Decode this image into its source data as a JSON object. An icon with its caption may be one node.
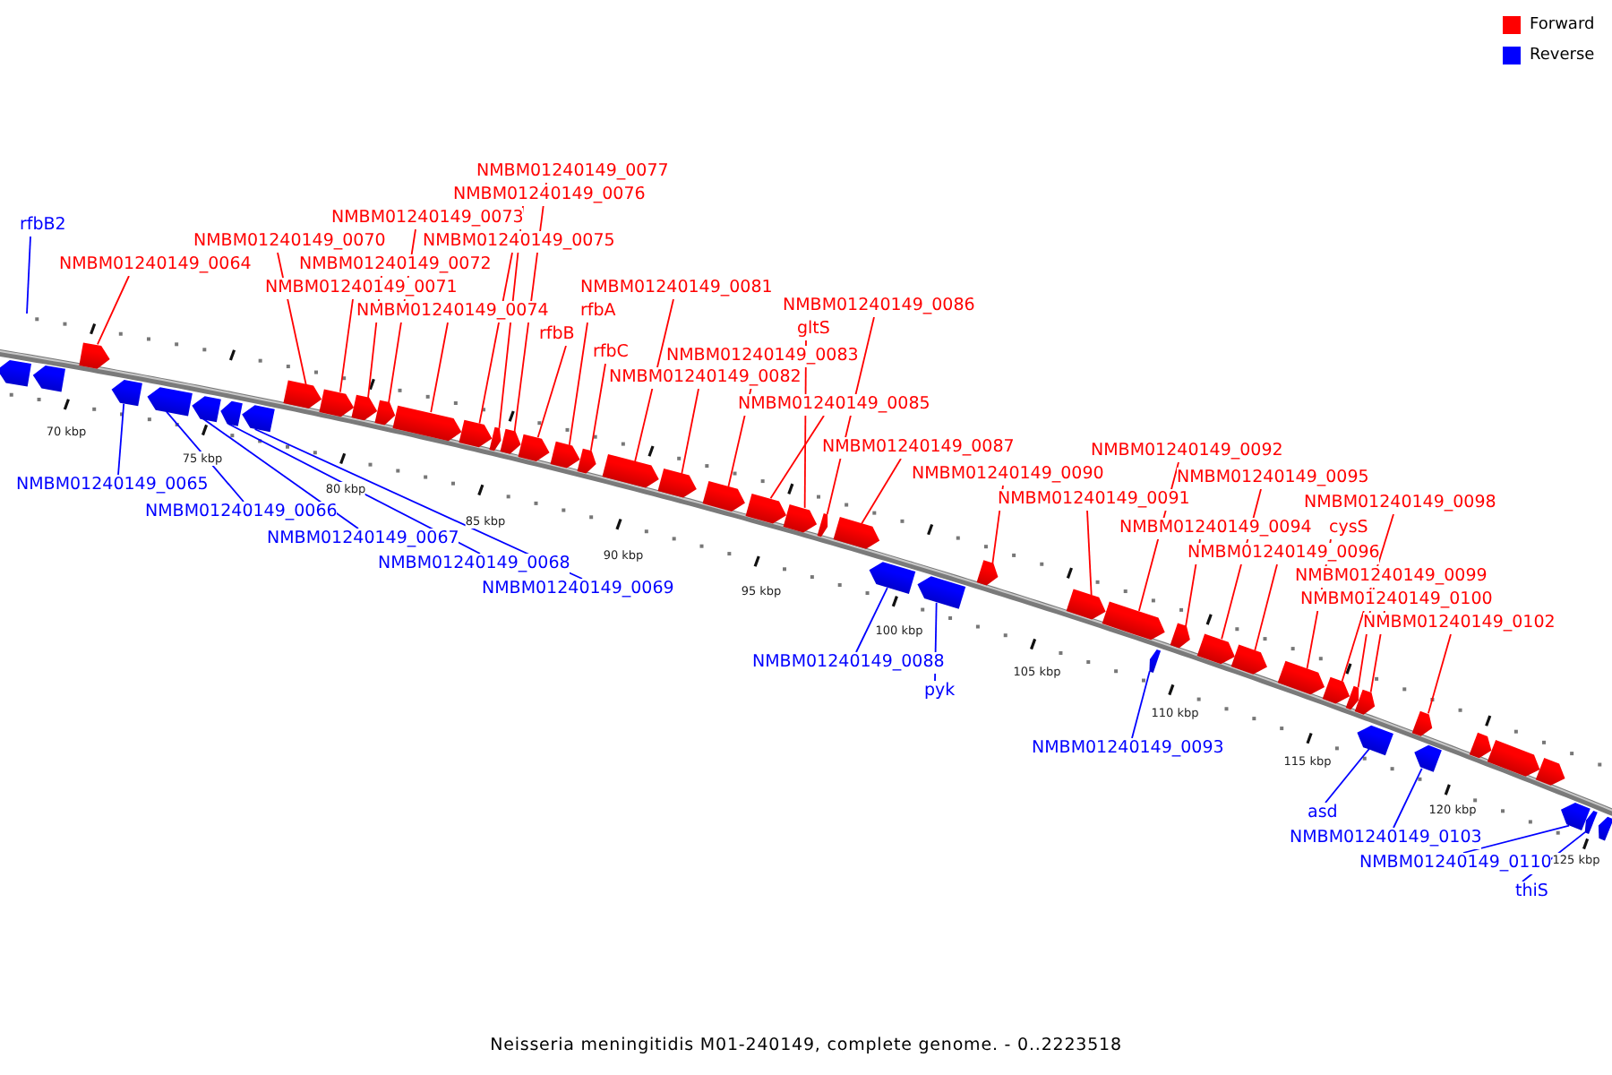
{
  "diagram": {
    "caption": "Neisseria meningitidis M01-240149, complete genome. - 0..2223518",
    "nodes": [
      {
        "text": [
          "rfbB2"
        ]
      },
      {
        "text": [
          "NMBM01240149_0064"
        ]
      },
      {
        "text": [
          "NMBM01240149_0077"
        ]
      },
      {
        "text": [
          "NMBM01240149_0076"
        ]
      },
      {
        "text": [
          "NMBM01240149_0073"
        ]
      },
      {
        "text": [
          "NMBM01240149_0070"
        ]
      },
      {
        "text": [
          "NMBM01240149_0075"
        ]
      },
      {
        "text": [
          "NMBM01240149_0072"
        ]
      },
      {
        "text": [
          "NMBM01240149_0071"
        ]
      },
      {
        "text": [
          "NMBM01240149_0074"
        ]
      },
      {
        "text": [
          "rfbB"
        ]
      },
      {
        "text": [
          "rfbA"
        ]
      },
      {
        "text": [
          "rfbC"
        ]
      },
      {
        "text": [
          "NMBM01240149_0081"
        ]
      },
      {
        "text": [
          "NMBM01240149_0086"
        ]
      },
      {
        "text": [
          "gltS"
        ]
      },
      {
        "text": [
          "NMBM01240149_0083"
        ]
      },
      {
        "text": [
          "NMBM01240149_0082"
        ]
      },
      {
        "text": [
          "NMBM01240149_0085"
        ]
      },
      {
        "text": [
          "NMBM01240149_0087"
        ]
      },
      {
        "text": [
          "NMBM01240149_0090"
        ]
      },
      {
        "text": [
          "NMBM01240149_0091"
        ]
      },
      {
        "text": [
          "NMBM01240149_0092"
        ]
      },
      {
        "text": [
          "NMBM01240149_0095"
        ]
      },
      {
        "text": [
          "NMBM01240149_0094"
        ]
      },
      {
        "text": [
          "NMBM01240149_0098"
        ]
      },
      {
        "text": [
          "cysS"
        ]
      },
      {
        "text": [
          "NMBM01240149_0096"
        ]
      },
      {
        "text": [
          "NMBM01240149_0099"
        ]
      },
      {
        "text": [
          "NMBM01240149_0100"
        ]
      },
      {
        "text": [
          "NMBM01240149_0102"
        ]
      },
      {
        "text": [
          "NMBM01240149_0065"
        ]
      },
      {
        "text": [
          "NMBM01240149_0066"
        ]
      },
      {
        "text": [
          "NMBM01240149_0067"
        ]
      },
      {
        "text": [
          "NMBM01240149_0068"
        ]
      },
      {
        "text": [
          "NMBM01240149_0069"
        ]
      },
      {
        "text": [
          "NMBM01240149_0088"
        ]
      },
      {
        "text": [
          "pyk"
        ]
      },
      {
        "text": [
          "NMBM01240149_0093"
        ]
      },
      {
        "text": [
          "asd"
        ]
      },
      {
        "text": [
          "NMBM01240149_0103"
        ]
      },
      {
        "text": [
          "NMBM01240149_0110"
        ]
      },
      {
        "text": [
          "thiS"
        ]
      },
      {
        "text": [],
        "shape": "arrow"
      },
      {
        "text": [],
        "shape": "arrow"
      },
      {
        "text": [],
        "shape": "arrow"
      },
      {
        "text": [],
        "shape": "arrow"
      },
      {
        "text": [],
        "shape": "arrow"
      },
      {
        "text": [],
        "shape": "arrow"
      },
      {
        "text": [],
        "shape": "arrow"
      },
      {
        "text": [],
        "shape": "arrow"
      },
      {
        "text": [],
        "shape": "arrow"
      },
      {
        "text": [],
        "shape": "arrow"
      },
      {
        "text": [],
        "shape": "arrow"
      },
      {
        "text": [],
        "shape": "arrow"
      },
      {
        "text": [],
        "shape": "arrow"
      },
      {
        "text": [],
        "shape": "arrow"
      },
      {
        "text": [],
        "shape": "arrow"
      },
      {
        "text": [],
        "shape": "arrow"
      },
      {
        "text": [],
        "shape": "arrow"
      },
      {
        "text": [],
        "shape": "arrow"
      },
      {
        "text": [],
        "shape": "arrow"
      },
      {
        "text": [],
        "shape": "arrow"
      },
      {
        "text": [],
        "shape": "arrow"
      },
      {
        "text": [],
        "shape": "arrow"
      },
      {
        "text": [],
        "shape": "arrow"
      },
      {
        "text": [],
        "shape": "arrow"
      },
      {
        "text": [],
        "shape": "arrow"
      },
      {
        "text": [],
        "shape": "arrow"
      },
      {
        "text": [],
        "shape": "arrow"
      },
      {
        "text": [],
        "shape": "arrow"
      },
      {
        "text": [],
        "shape": "arrow"
      },
      {
        "text": [],
        "shape": "arrow"
      },
      {
        "text": [],
        "shape": "arrow"
      },
      {
        "text": [],
        "shape": "arrow"
      },
      {
        "text": [],
        "shape": "arrow"
      },
      {
        "text": [],
        "shape": "arrow"
      },
      {
        "text": [],
        "shape": "arrow"
      },
      {
        "text": [],
        "shape": "arrow"
      },
      {
        "text": [],
        "shape": "arrow"
      },
      {
        "text": [],
        "shape": "arrow"
      },
      {
        "text": [],
        "shape": "arrow"
      },
      {
        "text": [],
        "shape": "arrow"
      },
      {
        "text": [],
        "shape": "arrow"
      },
      {
        "text": [],
        "shape": "arrow"
      },
      {
        "text": [],
        "shape": "arrow"
      },
      {
        "text": [],
        "shape": "arrow"
      },
      {
        "text": [],
        "shape": "arrow"
      },
      {
        "text": [],
        "shape": "arrow"
      },
      {
        "text": [],
        "shape": "arrow"
      },
      {
        "text": [],
        "shape": "arrow"
      }
    ],
    "edges": [
      {
        "from": 0,
        "to": null,
        "arrow": "none",
        "color": "#0000ff"
      },
      {
        "from": 1,
        "to": 45,
        "arrow": "none"
      },
      {
        "from": 2,
        "to": 58,
        "arrow": "none"
      },
      {
        "from": 3,
        "to": 57,
        "arrow": "none"
      },
      {
        "from": 4,
        "to": 54,
        "arrow": "none"
      },
      {
        "from": 5,
        "to": 51,
        "arrow": "none"
      },
      {
        "from": 6,
        "to": 56,
        "arrow": "none"
      },
      {
        "from": 7,
        "to": 53,
        "arrow": "none"
      },
      {
        "from": 8,
        "to": 52,
        "arrow": "none"
      },
      {
        "from": 9,
        "to": 55,
        "arrow": "none"
      },
      {
        "from": 10,
        "to": 59,
        "arrow": "none"
      },
      {
        "from": 11,
        "to": 60,
        "arrow": "none"
      },
      {
        "from": 12,
        "to": 61,
        "arrow": "none"
      },
      {
        "from": 13,
        "to": 62,
        "arrow": "none"
      },
      {
        "from": 14,
        "to": 67,
        "arrow": "none"
      },
      {
        "from": 15,
        "to": 66,
        "arrow": "none"
      },
      {
        "from": 16,
        "to": 64,
        "arrow": "none"
      },
      {
        "from": 17,
        "to": 63,
        "arrow": "none"
      },
      {
        "from": 18,
        "to": 65,
        "arrow": "none"
      },
      {
        "from": 19,
        "to": 68,
        "arrow": "none"
      },
      {
        "from": 20,
        "to": 71,
        "arrow": "none"
      },
      {
        "from": 21,
        "to": 72,
        "arrow": "none"
      },
      {
        "from": 22,
        "to": 73,
        "arrow": "none"
      },
      {
        "from": 23,
        "to": 76,
        "arrow": "none"
      },
      {
        "from": 24,
        "to": 75,
        "arrow": "none"
      },
      {
        "from": 25,
        "to": 79,
        "arrow": "none"
      },
      {
        "from": 26,
        "to": 78,
        "arrow": "none"
      },
      {
        "from": 27,
        "to": 77,
        "arrow": "none"
      },
      {
        "from": 28,
        "to": 80,
        "arrow": "none"
      },
      {
        "from": 29,
        "to": 81,
        "arrow": "none"
      },
      {
        "from": 30,
        "to": 83,
        "arrow": "none"
      },
      {
        "from": 31,
        "to": 46,
        "arrow": "none",
        "color": "#0000ff"
      },
      {
        "from": 32,
        "to": 47,
        "arrow": "none",
        "color": "#0000ff"
      },
      {
        "from": 33,
        "to": 48,
        "arrow": "none",
        "color": "#0000ff"
      },
      {
        "from": 34,
        "to": 49,
        "arrow": "none",
        "color": "#0000ff"
      },
      {
        "from": 35,
        "to": 50,
        "arrow": "none",
        "color": "#0000ff"
      },
      {
        "from": 36,
        "to": 69,
        "arrow": "none",
        "color": "#0000ff"
      },
      {
        "from": 37,
        "to": 70,
        "arrow": "none",
        "color": "#0000ff"
      },
      {
        "from": 38,
        "to": 74,
        "arrow": "none",
        "color": "#0000ff"
      },
      {
        "from": 39,
        "to": 82,
        "arrow": "none",
        "color": "#0000ff"
      },
      {
        "from": 40,
        "to": 84,
        "arrow": "none",
        "color": "#0000ff"
      },
      {
        "from": 41,
        "to": 88,
        "arrow": "none",
        "color": "#0000ff"
      },
      {
        "from": 42,
        "to": 89,
        "arrow": "none",
        "color": "#0000ff"
      }
    ],
    "labels": [
      "70 kbp",
      "75 kbp",
      "80 kbp",
      "85 kbp",
      "90 kbp",
      "95 kbp",
      "100 kbp",
      "105 kbp",
      "110 kbp",
      "115 kbp",
      "120 kbp",
      "125 kbp"
    ],
    "legend": [
      {
        "text": "Forward",
        "color": "#ff0000"
      },
      {
        "text": "Reverse",
        "color": "#0000ff"
      }
    ]
  }
}
